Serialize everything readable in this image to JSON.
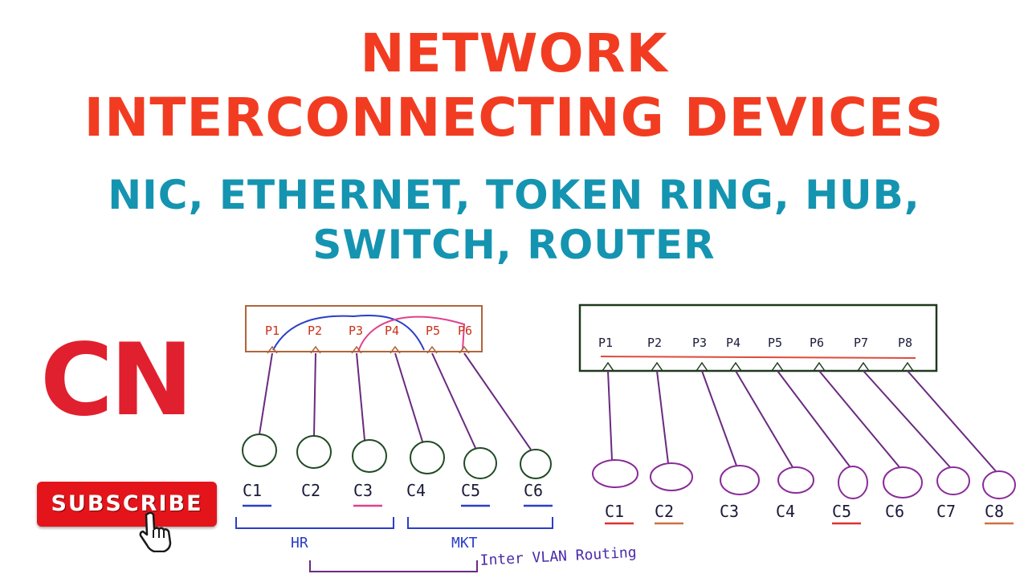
{
  "title": {
    "line1": "NETWORK",
    "line2": "INTERCONNECTING DEVICES"
  },
  "subtitle": {
    "line1": "NIC, ETHERNET, TOKEN RING, HUB,",
    "line2": "SWITCH, ROUTER"
  },
  "logo": {
    "text": "CN"
  },
  "subscribe": {
    "label": "SUBSCRIBE"
  },
  "left_switch": {
    "ports": [
      "P1",
      "P2",
      "P3",
      "P4",
      "P5",
      "P6"
    ],
    "computers": [
      "C1",
      "C2",
      "C3",
      "C4",
      "C5",
      "C6"
    ],
    "groups": [
      "HR",
      "MKT"
    ],
    "note": "Inter VLAN Routing"
  },
  "right_switch": {
    "ports": [
      "P1",
      "P2",
      "P3",
      "P4",
      "P5",
      "P6",
      "P7",
      "P8"
    ],
    "computers": [
      "C1",
      "C2",
      "C3",
      "C4",
      "C5",
      "C6",
      "C7",
      "C8"
    ]
  },
  "colors": {
    "title": "#f23c22",
    "subtitle": "#1494b0",
    "logo": "#e0202e",
    "subscribe_bg": "#e4141b",
    "left_box": "#b0643a",
    "right_box": "#1e3a1e",
    "cable": "#6a2a80",
    "node_left": "#1f4a24",
    "node_right": "#8a2a9a",
    "vlan_blue": "#2a3ec8",
    "vlan_pink": "#e0408a",
    "label_red": "#c83018",
    "label_dark": "#1a1a3a",
    "underline_blue": "#2a3ec8",
    "underline_pink": "#e0408a",
    "underline_red": "#e03030",
    "underline_orange": "#d07040"
  }
}
